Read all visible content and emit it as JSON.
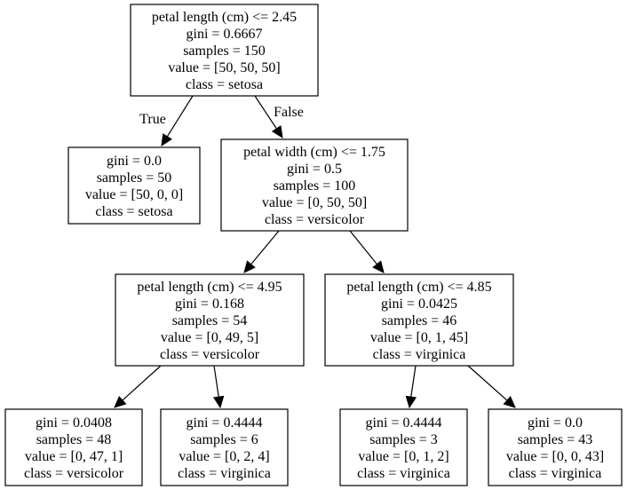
{
  "tree": {
    "nodes": [
      {
        "id": "n0",
        "lines": [
          "petal length (cm) <= 2.45",
          "gini = 0.6667",
          "samples = 150",
          "value = [50, 50, 50]",
          "class = setosa"
        ]
      },
      {
        "id": "n1",
        "lines": [
          "gini = 0.0",
          "samples = 50",
          "value = [50, 0, 0]",
          "class = setosa"
        ]
      },
      {
        "id": "n2",
        "lines": [
          "petal width (cm) <= 1.75",
          "gini = 0.5",
          "samples = 100",
          "value = [0, 50, 50]",
          "class = versicolor"
        ]
      },
      {
        "id": "n3",
        "lines": [
          "petal length (cm) <= 4.95",
          "gini = 0.168",
          "samples = 54",
          "value = [0, 49, 5]",
          "class = versicolor"
        ]
      },
      {
        "id": "n4",
        "lines": [
          "petal length (cm) <= 4.85",
          "gini = 0.0425",
          "samples = 46",
          "value = [0, 1, 45]",
          "class = virginica"
        ]
      },
      {
        "id": "n5",
        "lines": [
          "gini = 0.0408",
          "samples = 48",
          "value = [0, 47, 1]",
          "class = versicolor"
        ]
      },
      {
        "id": "n6",
        "lines": [
          "gini = 0.4444",
          "samples = 6",
          "value = [0, 2, 4]",
          "class = virginica"
        ]
      },
      {
        "id": "n7",
        "lines": [
          "gini = 0.4444",
          "samples = 3",
          "value = [0, 1, 2]",
          "class = virginica"
        ]
      },
      {
        "id": "n8",
        "lines": [
          "gini = 0.0",
          "samples = 43",
          "value = [0, 0, 43]",
          "class = virginica"
        ]
      }
    ],
    "edges": [
      {
        "from": "n0",
        "to": "n1",
        "label": "True"
      },
      {
        "from": "n0",
        "to": "n2",
        "label": "False"
      },
      {
        "from": "n2",
        "to": "n3",
        "label": ""
      },
      {
        "from": "n2",
        "to": "n4",
        "label": ""
      },
      {
        "from": "n3",
        "to": "n5",
        "label": ""
      },
      {
        "from": "n3",
        "to": "n6",
        "label": ""
      },
      {
        "from": "n4",
        "to": "n7",
        "label": ""
      },
      {
        "from": "n4",
        "to": "n8",
        "label": ""
      }
    ]
  }
}
